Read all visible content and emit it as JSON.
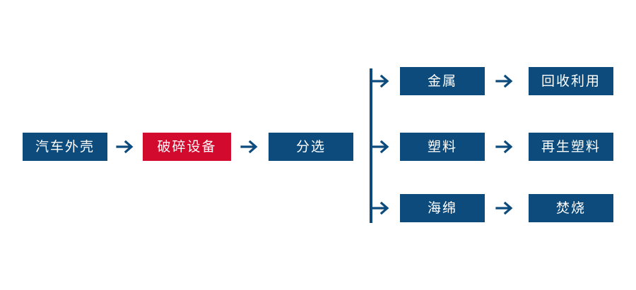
{
  "diagram": {
    "colors": {
      "primary": "#0d4b7c",
      "highlight": "#d20a2e",
      "text": "#ffffff",
      "background": "#ffffff"
    },
    "stages": {
      "input": {
        "label": "汽车外壳"
      },
      "process": {
        "label": "破碎设备"
      },
      "separation": {
        "label": "分选"
      }
    },
    "branches": [
      {
        "material": "金属",
        "outcome": "回收利用"
      },
      {
        "material": "塑料",
        "outcome": "再生塑料"
      },
      {
        "material": "海绵",
        "outcome": "焚烧"
      }
    ],
    "connectors": {
      "arrow_glyph": "→",
      "branch_arrow_glyph": "↦"
    }
  }
}
